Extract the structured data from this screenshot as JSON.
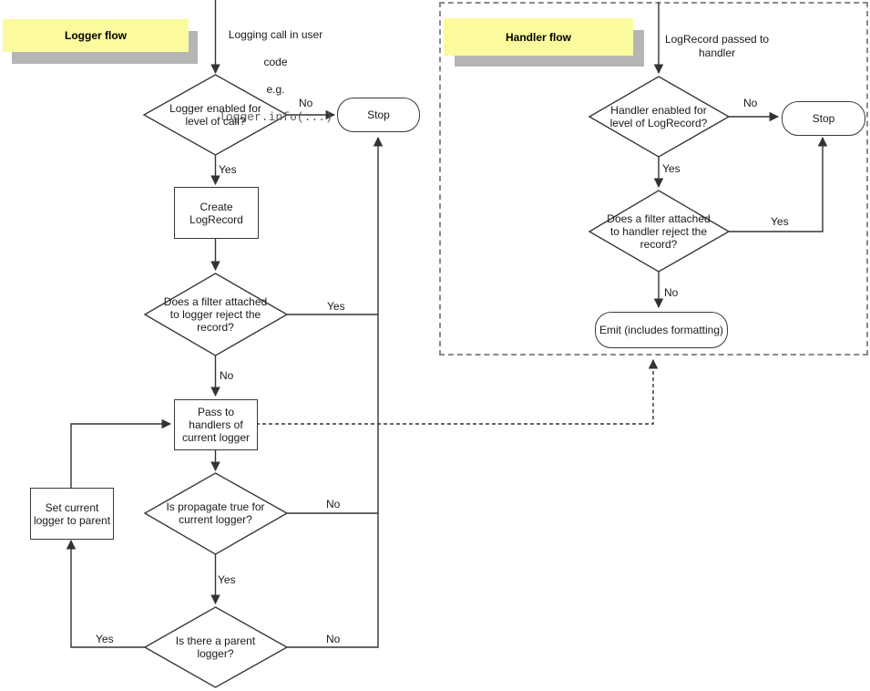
{
  "logger_flow": {
    "title": "Logger flow",
    "intro_lines": [
      "Logging call in user",
      "code",
      "e.g."
    ],
    "intro_code": "logger.info(...)",
    "nodes": {
      "enabled_check": "Logger enabled for\nlevel of call?",
      "stop": "Stop",
      "create": "Create\nLogRecord",
      "filter_check": "Does a filter attached\nto logger reject the\nrecord?",
      "pass": "Pass to\nhandlers of\ncurrent logger",
      "propagate_check": "Is propagate true for\ncurrent logger?",
      "parent_check": "Is there a parent\nlogger?",
      "set_parent": "Set current\nlogger to parent"
    },
    "edges": {
      "enabled_no": "No",
      "enabled_yes": "Yes",
      "filter_yes": "Yes",
      "filter_no": "No",
      "propagate_no": "No",
      "propagate_yes": "Yes",
      "parent_yes": "Yes",
      "parent_no": "No"
    }
  },
  "handler_flow": {
    "title": "Handler flow",
    "intro": "LogRecord passed to\nhandler",
    "nodes": {
      "enabled_check": "Handler enabled for\nlevel of LogRecord?",
      "stop": "Stop",
      "filter_check": "Does a filter attached\nto handler reject the\nrecord?",
      "emit": "Emit (includes formatting)"
    },
    "edges": {
      "enabled_no": "No",
      "enabled_yes": "Yes",
      "filter_yes": "Yes",
      "filter_no": "No"
    }
  },
  "colors": {
    "sticky": "#fbfb9d",
    "sticky_shadow": "#b5b5b5",
    "line": "#333333",
    "dashed_box_border": "#8a8a8a",
    "code_text": "#595959"
  }
}
